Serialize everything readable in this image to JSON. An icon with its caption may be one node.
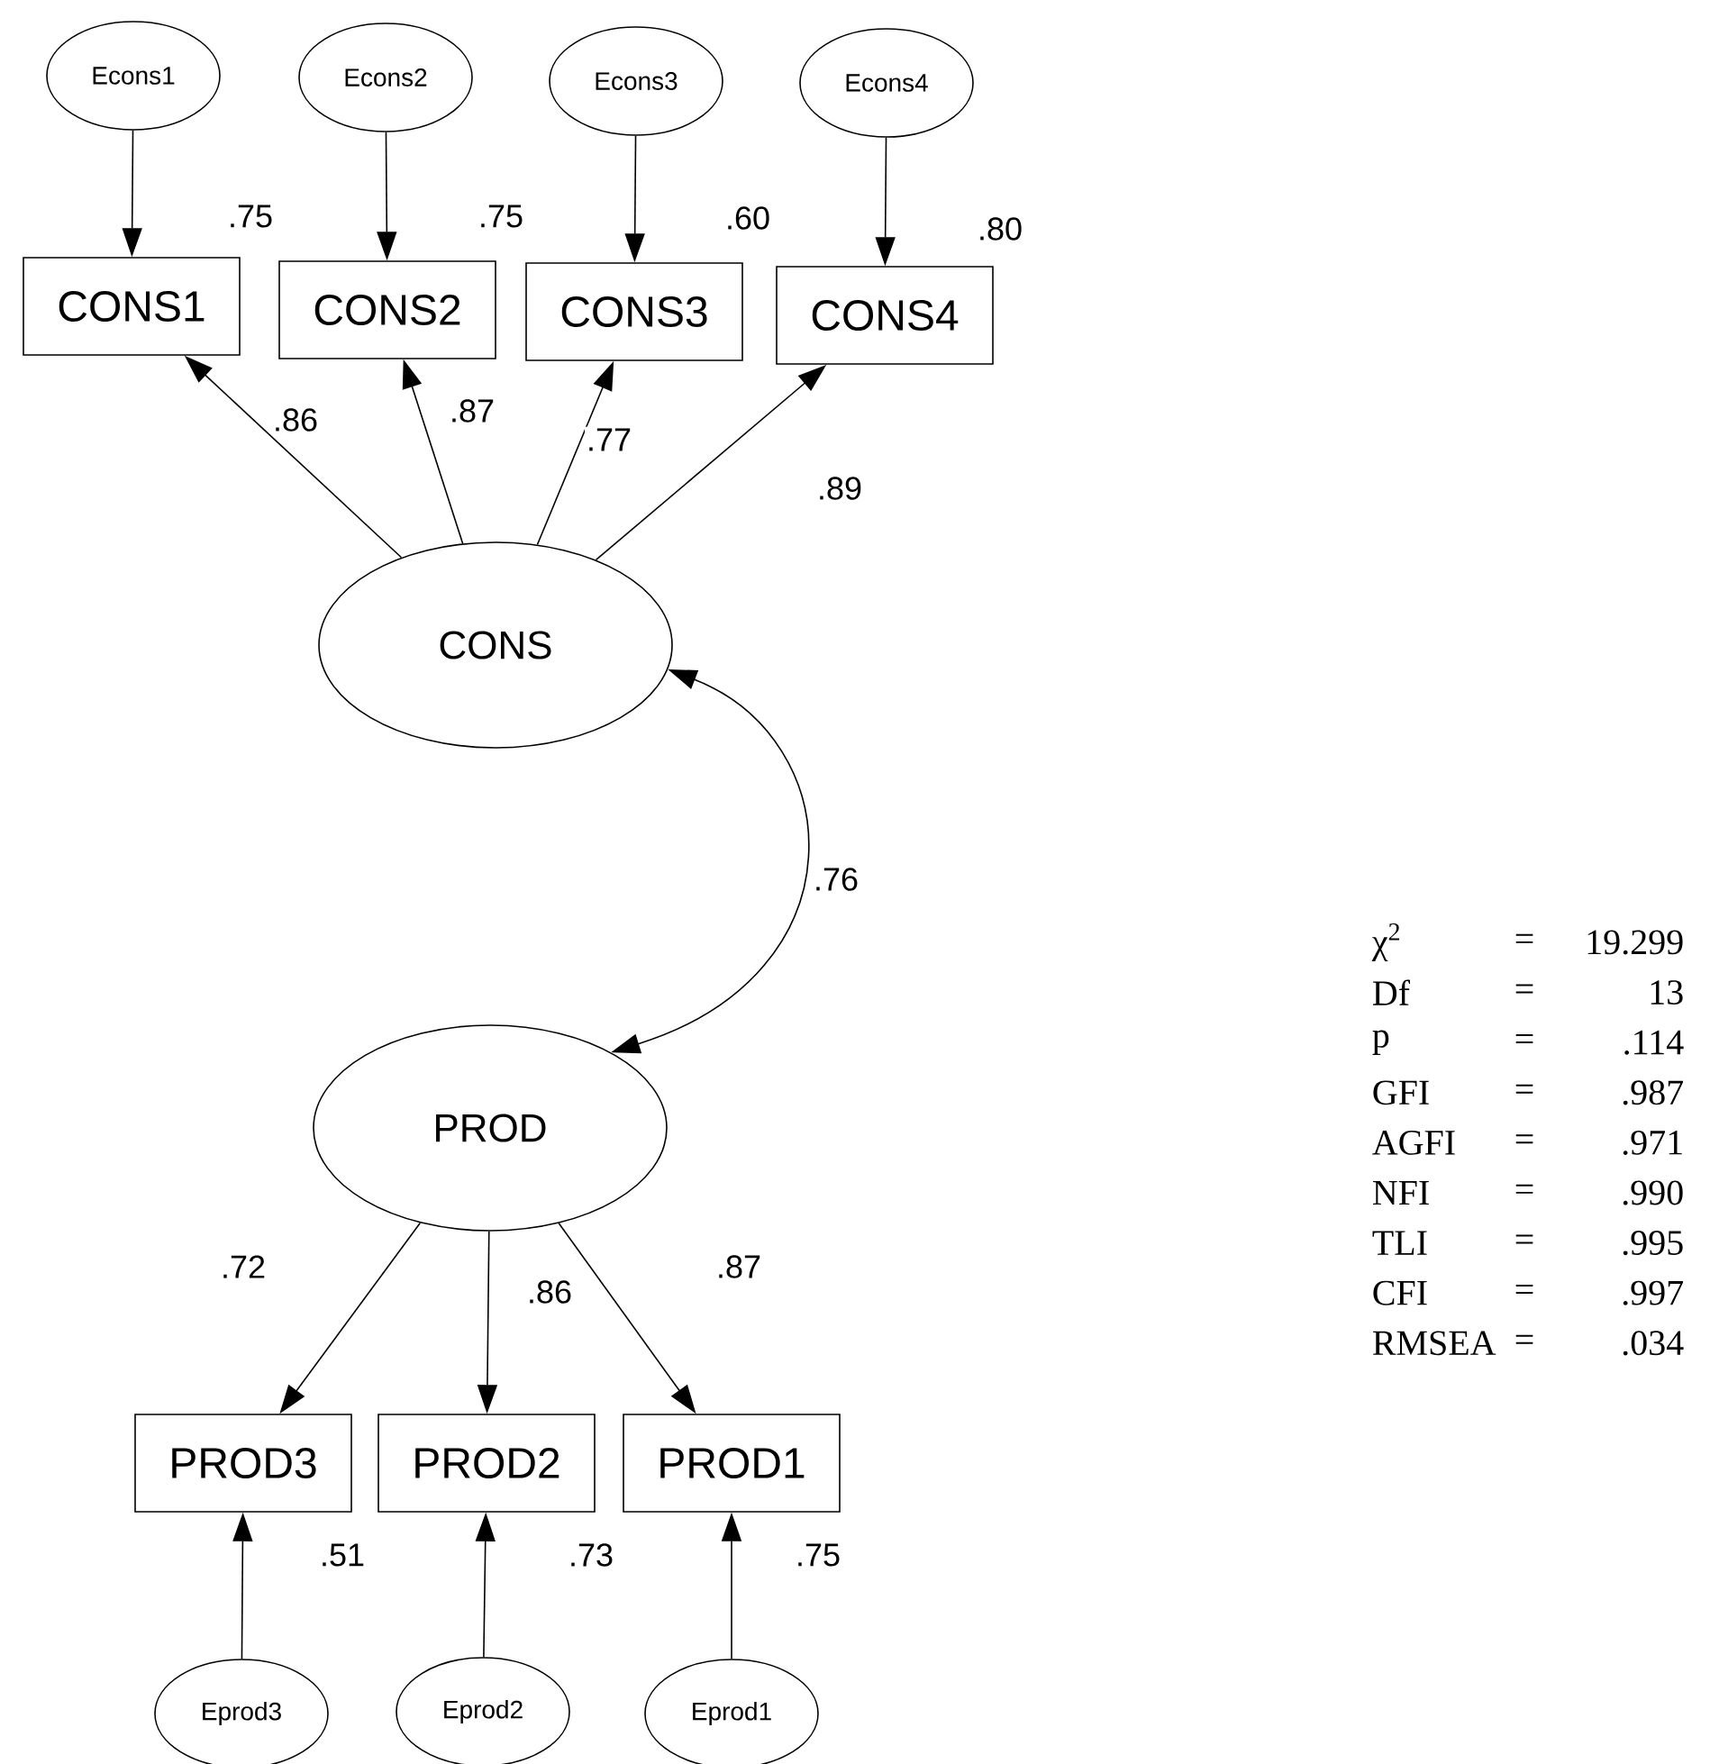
{
  "diagram": {
    "nodes": [
      {
        "text": [
          "Econs1"
        ]
      },
      {
        "text": [
          "Econs2"
        ]
      },
      {
        "text": [
          "Econs3"
        ]
      },
      {
        "text": [
          "Econs4"
        ]
      },
      {
        "text": [
          "CONS1"
        ],
        "beside": [
          ".75"
        ]
      },
      {
        "text": [
          "CONS2"
        ],
        "beside": [
          ".75"
        ]
      },
      {
        "text": [
          "CONS3"
        ],
        "beside": [
          ".60"
        ]
      },
      {
        "text": [
          "CONS4"
        ],
        "beside": [
          ".80"
        ]
      },
      {
        "text": [
          "CONS"
        ]
      },
      {
        "text": [
          "PROD"
        ]
      },
      {
        "text": [
          "PROD3"
        ],
        "beside": [
          ".51"
        ]
      },
      {
        "text": [
          "PROD2"
        ],
        "beside": [
          ".73"
        ]
      },
      {
        "text": [
          "PROD1"
        ],
        "beside": [
          ".75"
        ]
      },
      {
        "text": [
          "Eprod3"
        ]
      },
      {
        "text": [
          "Eprod2"
        ]
      },
      {
        "text": [
          "Eprod1"
        ]
      }
    ],
    "edges": [
      {
        "from": 0,
        "to": 4,
        "arrow": "to"
      },
      {
        "from": 1,
        "to": 5,
        "arrow": "to"
      },
      {
        "from": 2,
        "to": 6,
        "arrow": "to"
      },
      {
        "from": 3,
        "to": 7,
        "arrow": "to"
      },
      {
        "from": 8,
        "to": 4,
        "arrow": "to",
        "label": ".86"
      },
      {
        "from": 8,
        "to": 5,
        "arrow": "to",
        "label": ".87"
      },
      {
        "from": 8,
        "to": 6,
        "arrow": "to",
        "label": ".77"
      },
      {
        "from": 8,
        "to": 7,
        "arrow": "to",
        "label": ".89"
      },
      {
        "from": 8,
        "to": 9,
        "arrow": "both",
        "label": ".76"
      },
      {
        "from": 9,
        "to": 10,
        "arrow": "to",
        "label": ".72"
      },
      {
        "from": 9,
        "to": 11,
        "arrow": "to",
        "label": ".86"
      },
      {
        "from": 9,
        "to": 12,
        "arrow": "to",
        "label": ".87"
      },
      {
        "from": 13,
        "to": 10,
        "arrow": "to"
      },
      {
        "from": 14,
        "to": 11,
        "arrow": "to"
      },
      {
        "from": 15,
        "to": 12,
        "arrow": "to"
      }
    ],
    "labels": [
      "χ$^{2}$",
      "=",
      "19.299",
      "Df",
      "=",
      "13",
      "p",
      "=",
      ".114",
      "GFI",
      "=",
      ".987",
      "AGFI",
      "=",
      ".971",
      "NFI",
      "=",
      ".990",
      "TLI",
      "=",
      ".995",
      "CFI",
      "=",
      ".997",
      "RMSEA",
      "=",
      ".034"
    ]
  }
}
